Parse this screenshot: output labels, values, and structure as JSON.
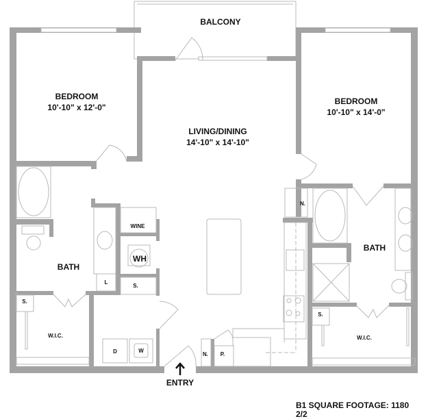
{
  "plan": {
    "rooms": {
      "balcony": "BALCONY",
      "bedroom_left": {
        "name": "BEDROOM",
        "size": "10'-10\" x 12'-0\""
      },
      "bedroom_right": {
        "name": "BEDROOM",
        "size": "10'-10\" x 14'-0\""
      },
      "living": {
        "name": "LIVING/DINING",
        "size": "14'-10\" x 14'-10\""
      },
      "bath_left": "BATH",
      "bath_right": "BATH",
      "wic_left": "W.I.C.",
      "wic_right": "W.I.C.",
      "wine": "WINE",
      "water_heater": "WH",
      "linen": "L",
      "storage_left_inner": "S.",
      "storage_left_wic": "S.",
      "storage_right_wic": "S.",
      "dryer": "D",
      "washer": "W",
      "nook_entry": "N.",
      "nook_right": "N.",
      "pantry": "P.",
      "entry": "ENTRY"
    },
    "footer": {
      "square_footage": "B1 SQUARE FOOTAGE: 1180",
      "bed_bath": "2/2"
    }
  }
}
